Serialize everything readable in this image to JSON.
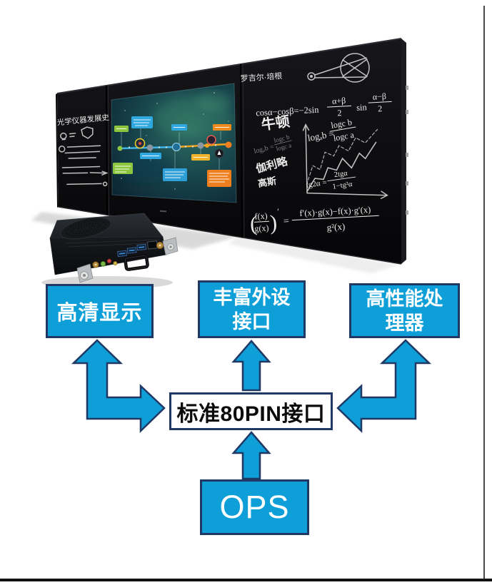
{
  "colors": {
    "accent_blue": "#0F9FD8",
    "box_border_navy": "#1F3864",
    "pin_box_bg": "#FFFFFF",
    "pin_box_text": "#0B0B0B",
    "box_text": "#FFFFFF",
    "page_bg": "#FFFFFF",
    "board_black": "#0B0B0D"
  },
  "flowchart": {
    "box_hd": {
      "label": "高清显示"
    },
    "box_peripheral": {
      "line1": "丰富外设",
      "line2": "接口"
    },
    "box_cpu": {
      "line1": "高性能处",
      "line2": "理器"
    },
    "box_pin": {
      "label": "标准80PIN接口"
    },
    "box_ops": {
      "label": "OPS"
    }
  },
  "board": {
    "left_panel": {
      "title": "光学仪器发展史"
    },
    "right_panel": {
      "scientist": "罗吉尔·培根",
      "newton": "牛顿",
      "galileo": "伽利略",
      "gauss": "高斯",
      "cos_formula": {
        "lhs": "cosα−cosβ=−2sin",
        "frac1_num": "α+β",
        "frac1_den": "2",
        "mid": "sin",
        "frac2_num": "α−β",
        "frac2_den": "2"
      },
      "log_formula": {
        "lhs": "logₐb =",
        "num": "logc b",
        "den": "logc a"
      },
      "log_formula_small": {
        "lhs": "logₐb =",
        "num": "logc b",
        "den": "logc a"
      },
      "tg_formula": {
        "lhs": "tg2α =",
        "num": "2tgα",
        "den": "1−tg²α"
      },
      "derivative_formula": {
        "lhs_num": "f(x)",
        "lhs_den": "g(x)",
        "prime": "′",
        "equals": "=",
        "num": "f′(x)·g(x)−f(x)·g′(x)",
        "den": "g²(x)"
      }
    }
  }
}
